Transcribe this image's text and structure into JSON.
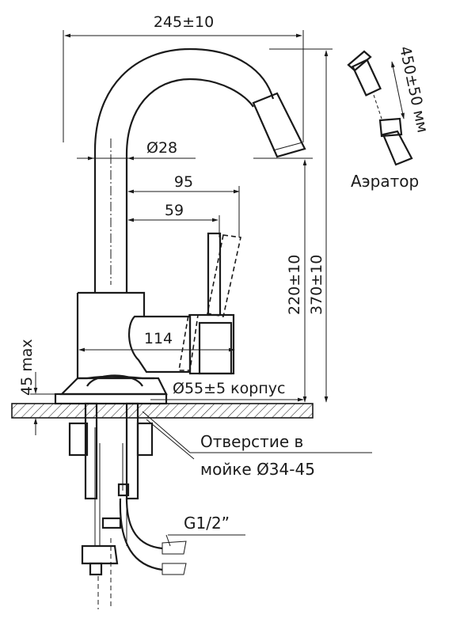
{
  "dimensions": {
    "width_total": "245±10",
    "spout_diameter": "Ø28",
    "handle_reach_95": "95",
    "handle_reach_59": "59",
    "spout_height": "220±10",
    "total_height": "370±10",
    "body_width": "114",
    "max_counter": "45 max",
    "body_diameter": "Ø55±5 корпус",
    "hose_length": "450±50 мм"
  },
  "labels": {
    "aerator": "Аэратор",
    "hole_line1": "Отверстие в",
    "hole_line2": "мойке Ø34-45",
    "thread": "G1/2”"
  },
  "colors": {
    "stroke": "#1a1a1a",
    "background": "#ffffff"
  }
}
